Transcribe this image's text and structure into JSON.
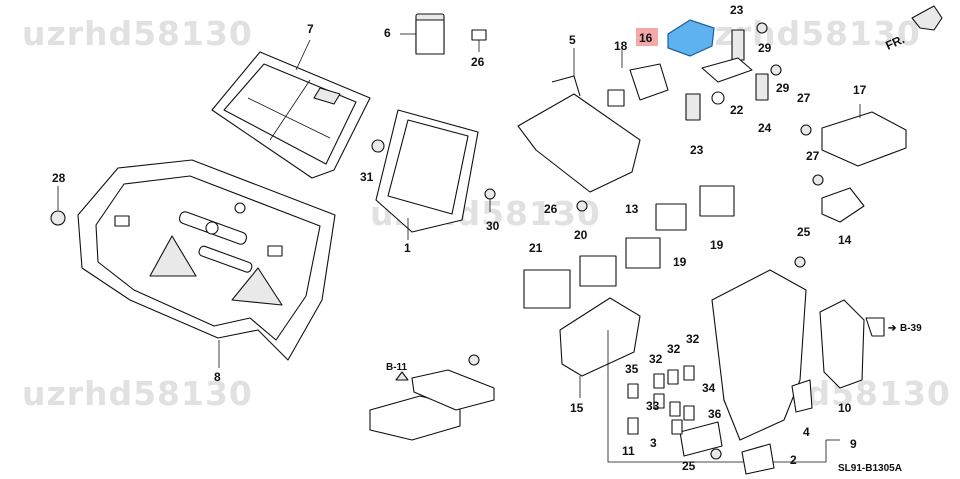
{
  "watermark": "uzrhd58130",
  "diagram_code": "SL91-B1305A",
  "direction_label": "FR.",
  "references": {
    "b11": "B-11",
    "b39": "B-39"
  },
  "highlight": {
    "part": "16",
    "color": "#5fb2f0"
  },
  "callouts": {
    "c1": "1",
    "c2": "2",
    "c3": "3",
    "c4": "4",
    "c5": "5",
    "c6": "6",
    "c7": "7",
    "c8": "8",
    "c9": "9",
    "c10": "10",
    "c11": "11",
    "c13": "13",
    "c14": "14",
    "c15": "15",
    "c16": "16",
    "c17": "17",
    "c18": "18",
    "c19a": "19",
    "c19b": "19",
    "c20": "20",
    "c21": "21",
    "c22": "22",
    "c23a": "23",
    "c23b": "23",
    "c24": "24",
    "c25a": "25",
    "c25b": "25",
    "c26a": "26",
    "c26b": "26",
    "c27a": "27",
    "c27b": "27",
    "c28": "28",
    "c29a": "29",
    "c29b": "29",
    "c30": "30",
    "c31": "31",
    "c32a": "32",
    "c32b": "32",
    "c32c": "32",
    "c33": "33",
    "c34": "34",
    "c35": "35",
    "c36": "36"
  }
}
